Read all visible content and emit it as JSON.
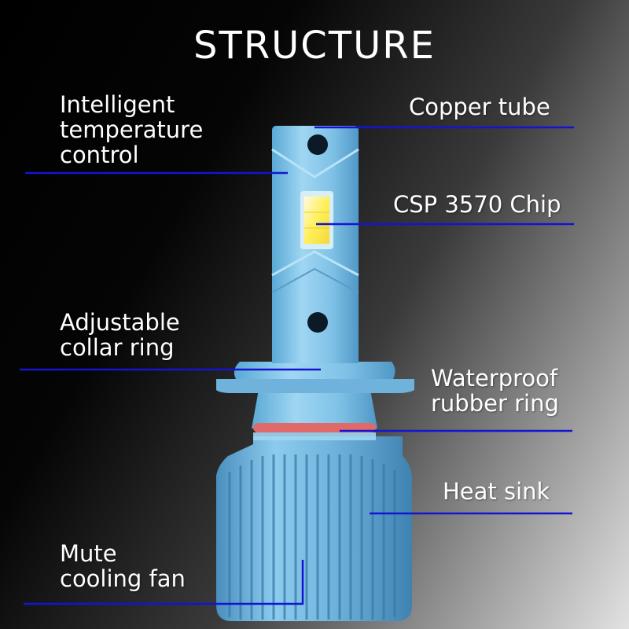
{
  "title": "STRUCTURE",
  "labels": {
    "temperature": [
      "Intelligent",
      "temperature",
      "control"
    ],
    "copper": [
      "Copper tube"
    ],
    "chip": [
      "CSP 3570 Chip"
    ],
    "collar": [
      "Adjustable",
      "collar ring"
    ],
    "waterproof": [
      "Waterproof",
      "rubber ring"
    ],
    "heatsink": [
      "Heat sink"
    ],
    "fan": [
      "Mute",
      "cooling fan"
    ]
  },
  "colors": {
    "leader_line": "#1414d2",
    "bulb_body": "#86c8ea",
    "rubber_ring": "#e06a6a",
    "chip": "#ffee55"
  }
}
